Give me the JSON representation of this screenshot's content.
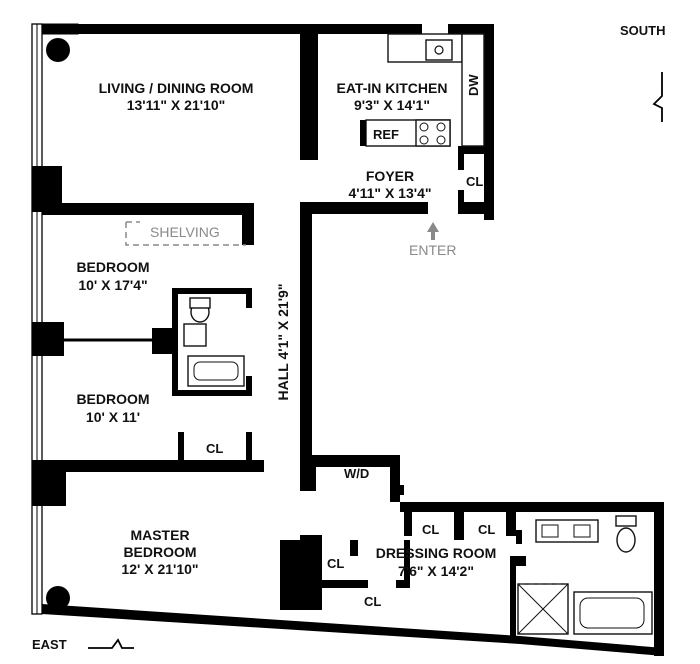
{
  "compass": {
    "south": "SOUTH",
    "east": "EAST"
  },
  "rooms": {
    "living_dining": {
      "name": "LIVING / DINING ROOM",
      "dims": "13'11\" X 21'10\""
    },
    "kitchen": {
      "name": "EAT-IN KITCHEN",
      "dims": "9'3\" X 14'1\""
    },
    "foyer": {
      "name": "FOYER",
      "dims": "4'11\" X 13'4\""
    },
    "bedroom1": {
      "name": "BEDROOM",
      "dims": "10' X 17'4\""
    },
    "bedroom2": {
      "name": "BEDROOM",
      "dims": "10' X 11'"
    },
    "hall": {
      "label": "HALL 4'1\" X 21'9\""
    },
    "master": {
      "line1": "MASTER",
      "line2": "BEDROOM",
      "dims": "12' X 21'10\""
    },
    "dressing": {
      "name": "DRESSING ROOM",
      "dims": "7'6\" X 14'2\""
    }
  },
  "labels": {
    "dw": "DW",
    "ref": "REF",
    "shelving": "SHELVING",
    "enter": "ENTER",
    "wd": "W/D",
    "closet": "CL"
  }
}
